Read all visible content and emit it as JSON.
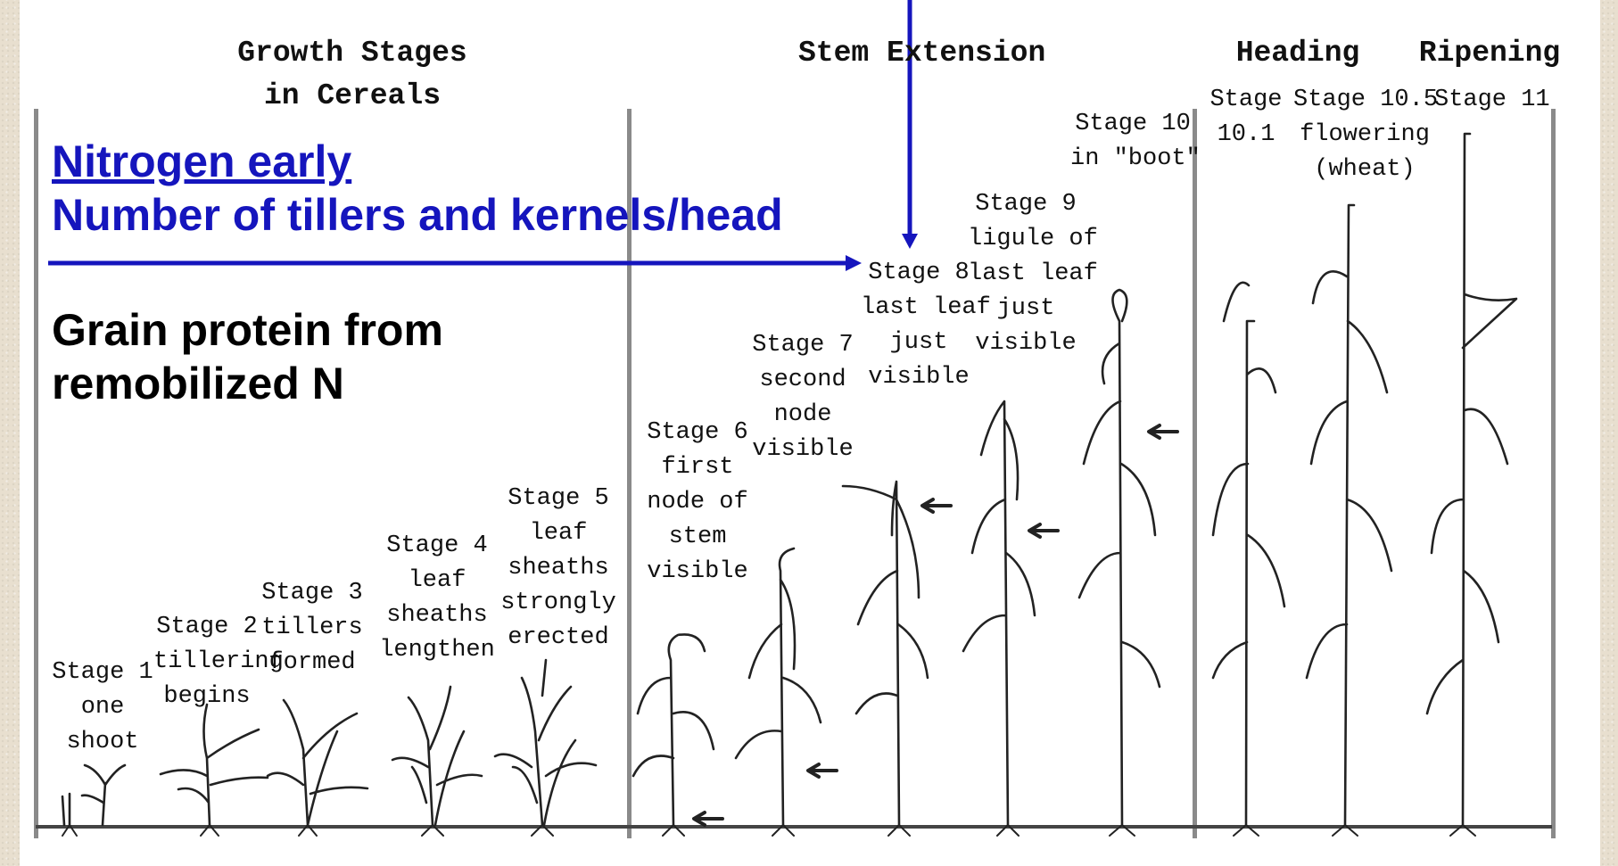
{
  "headers": {
    "growth_stages": "Growth Stages in Cereals",
    "stem_extension": "Stem Extension",
    "heading": "Heading",
    "ripening": "Ripening"
  },
  "annotations": {
    "nitrogen_early": "Nitrogen early",
    "tillers_kernels": "Number of tillers and kernels/head",
    "grain_protein_line1": "Grain protein from",
    "grain_protein_line2": "remobilized N"
  },
  "stages": [
    {
      "lines": [
        "Stage 1",
        "one",
        "shoot"
      ]
    },
    {
      "lines": [
        "Stage 2",
        "tillering",
        "begins"
      ]
    },
    {
      "lines": [
        "Stage 3",
        "tillers",
        "formed"
      ]
    },
    {
      "lines": [
        "Stage 4",
        "leaf",
        "sheaths",
        "lengthen"
      ]
    },
    {
      "lines": [
        "Stage 5",
        "leaf",
        "sheaths",
        "strongly",
        "erected"
      ]
    },
    {
      "lines": [
        "Stage 6",
        "first",
        "node of",
        "stem",
        "visible"
      ]
    },
    {
      "lines": [
        "Stage 7",
        "second",
        "node",
        "visible"
      ]
    },
    {
      "lines": [
        "Stage 8",
        "last leaf",
        "just",
        "visible"
      ]
    },
    {
      "lines": [
        "Stage 9",
        "ligule of",
        "last leaf",
        "just",
        "visible"
      ]
    },
    {
      "lines": [
        "Stage 10",
        "in \"boot\""
      ]
    },
    {
      "lines": [
        "Stage",
        "10.1"
      ]
    },
    {
      "lines": [
        "Stage 10.5",
        "flowering",
        "(wheat)"
      ]
    },
    {
      "lines": [
        "Stage 11"
      ]
    }
  ],
  "colors": {
    "annotation_blue": "#1515bd",
    "background": "#e8dfcf",
    "divider_gray": "#8a8a8a"
  }
}
